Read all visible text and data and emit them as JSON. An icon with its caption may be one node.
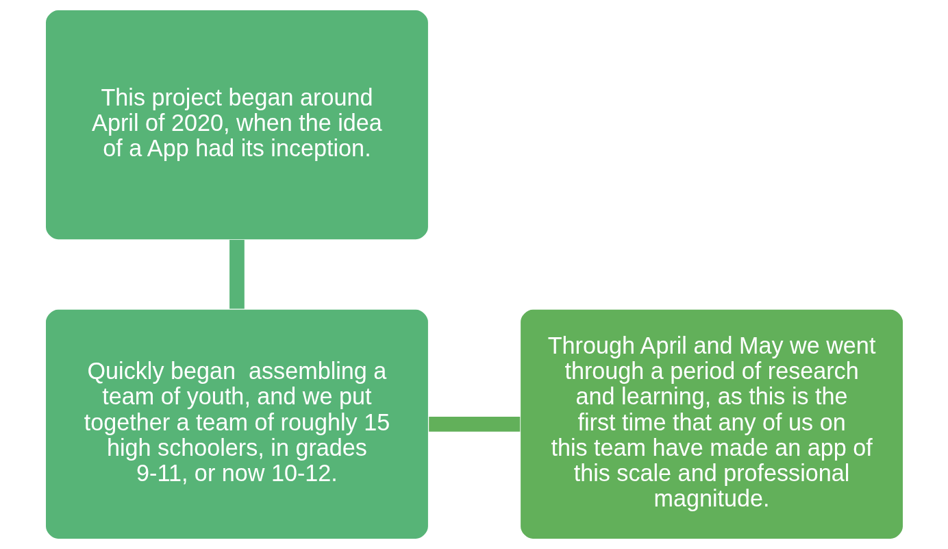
{
  "diagram": {
    "nodes": [
      {
        "text": [
          "This project began around April of 2020, when the idea of a App had its inception."
        ]
      },
      {
        "text": [
          "Quickly began  assembling a team of youth, and we put together a team of roughly 15 high schoolers, in grades 9-11, or now 10-12."
        ]
      },
      {
        "text": [
          "Through April and May we went through a period of research and learning, as this is the first time that any of us on this team have made an app of this scale and professional magnitude."
        ]
      }
    ],
    "edges": [
      {
        "from": 0,
        "to": 1,
        "arrow": "none"
      },
      {
        "from": 1,
        "to": 2,
        "arrow": "none",
        "color": "#62b05a"
      }
    ]
  }
}
